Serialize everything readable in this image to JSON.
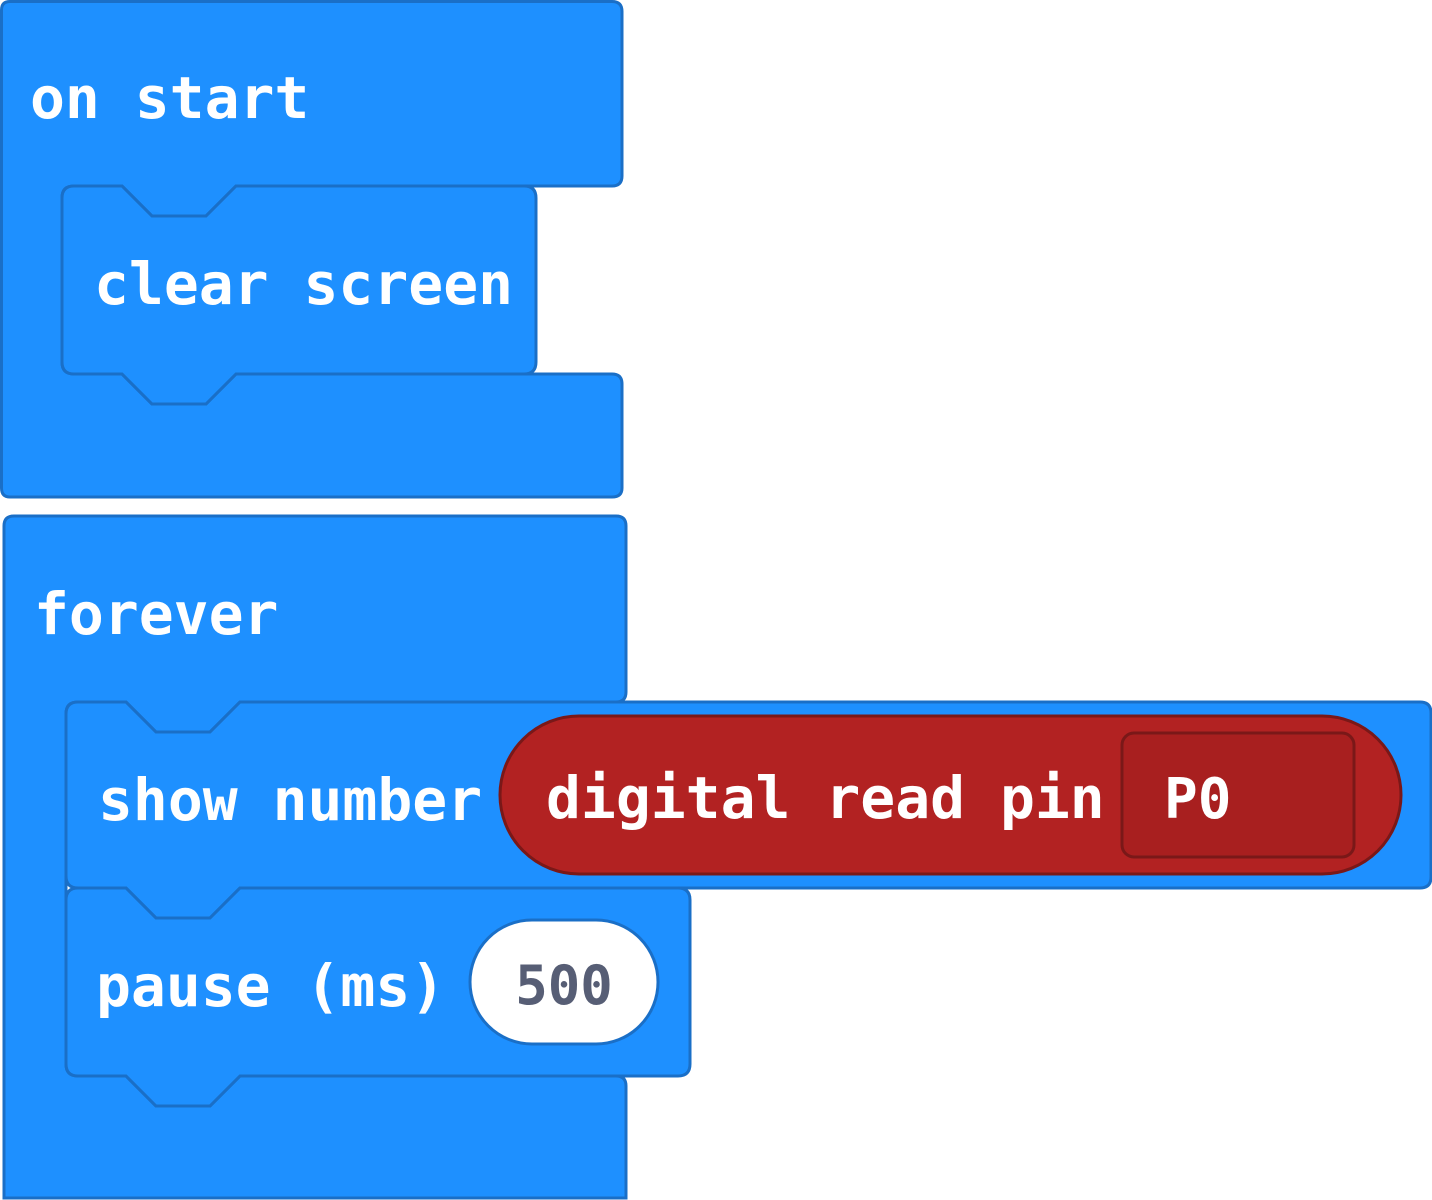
{
  "colors": {
    "basic_block": "#1e90ff",
    "basic_block_border": "#1a6fc7",
    "pins_block": "#b22222",
    "pins_block_border": "#7a1818",
    "number_field_text": "#575e75"
  },
  "blocks": {
    "on_start": {
      "label": "on start",
      "children": {
        "clear_screen": {
          "label": "clear screen"
        }
      }
    },
    "forever": {
      "label": "forever",
      "children": {
        "show_number": {
          "label": "show number",
          "argument": {
            "label": "digital read pin",
            "pin_dropdown": {
              "value": "P0"
            }
          }
        },
        "pause": {
          "label": "pause (ms)",
          "value": "500"
        }
      }
    }
  }
}
